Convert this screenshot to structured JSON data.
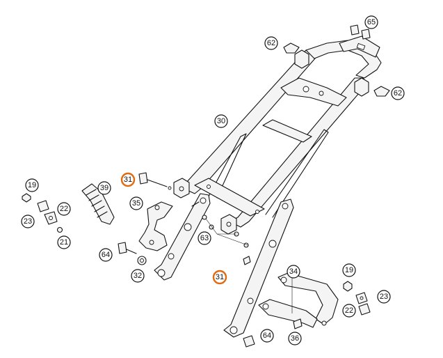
{
  "diagram": {
    "highlight_color": "#e06a10",
    "callouts": [
      {
        "key": "c19a",
        "label": "19"
      },
      {
        "key": "c19b",
        "label": "19"
      },
      {
        "key": "c21",
        "label": "21"
      },
      {
        "key": "c22a",
        "label": "22"
      },
      {
        "key": "c22b",
        "label": "22"
      },
      {
        "key": "c23a",
        "label": "23"
      },
      {
        "key": "c23b",
        "label": "23"
      },
      {
        "key": "c30",
        "label": "30"
      },
      {
        "key": "c31a",
        "label": "31",
        "highlighted": true
      },
      {
        "key": "c31b",
        "label": "31",
        "highlighted": true
      },
      {
        "key": "c32",
        "label": "32"
      },
      {
        "key": "c34",
        "label": "34"
      },
      {
        "key": "c35",
        "label": "35"
      },
      {
        "key": "c36",
        "label": "36"
      },
      {
        "key": "c39",
        "label": "39"
      },
      {
        "key": "c62a",
        "label": "62"
      },
      {
        "key": "c62b",
        "label": "62"
      },
      {
        "key": "c63",
        "label": "63"
      },
      {
        "key": "c64a",
        "label": "64"
      },
      {
        "key": "c64b",
        "label": "64"
      },
      {
        "key": "c65",
        "label": "65"
      }
    ]
  }
}
